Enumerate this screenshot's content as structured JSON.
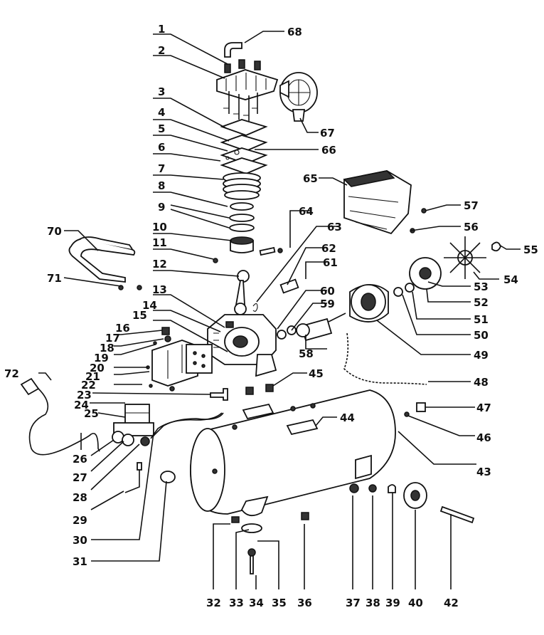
{
  "diagram": {
    "callouts": [
      {
        "id": "c1",
        "label": "1"
      },
      {
        "id": "c2",
        "label": "2"
      },
      {
        "id": "c3",
        "label": "3"
      },
      {
        "id": "c4",
        "label": "4"
      },
      {
        "id": "c5",
        "label": "5"
      },
      {
        "id": "c6",
        "label": "6"
      },
      {
        "id": "c7",
        "label": "7"
      },
      {
        "id": "c8",
        "label": "8"
      },
      {
        "id": "c9",
        "label": "9"
      },
      {
        "id": "c10",
        "label": "10"
      },
      {
        "id": "c11",
        "label": "11"
      },
      {
        "id": "c12",
        "label": "12"
      },
      {
        "id": "c13",
        "label": "13"
      },
      {
        "id": "c14",
        "label": "14"
      },
      {
        "id": "c15",
        "label": "15"
      },
      {
        "id": "c16",
        "label": "16"
      },
      {
        "id": "c17",
        "label": "17"
      },
      {
        "id": "c18",
        "label": "18"
      },
      {
        "id": "c19",
        "label": "19"
      },
      {
        "id": "c20",
        "label": "20"
      },
      {
        "id": "c21",
        "label": "21"
      },
      {
        "id": "c22",
        "label": "22"
      },
      {
        "id": "c23",
        "label": "23"
      },
      {
        "id": "c24",
        "label": "24"
      },
      {
        "id": "c25",
        "label": "25"
      },
      {
        "id": "c26",
        "label": "26"
      },
      {
        "id": "c27",
        "label": "27"
      },
      {
        "id": "c28",
        "label": "28"
      },
      {
        "id": "c29",
        "label": "29"
      },
      {
        "id": "c30",
        "label": "30"
      },
      {
        "id": "c31",
        "label": "31"
      },
      {
        "id": "c32",
        "label": "32"
      },
      {
        "id": "c33",
        "label": "33"
      },
      {
        "id": "c34",
        "label": "34"
      },
      {
        "id": "c35",
        "label": "35"
      },
      {
        "id": "c36",
        "label": "36"
      },
      {
        "id": "c37",
        "label": "37"
      },
      {
        "id": "c38",
        "label": "38"
      },
      {
        "id": "c39",
        "label": "39"
      },
      {
        "id": "c40",
        "label": "40"
      },
      {
        "id": "c42",
        "label": "42"
      },
      {
        "id": "c43",
        "label": "43"
      },
      {
        "id": "c44",
        "label": "44"
      },
      {
        "id": "c45",
        "label": "45"
      },
      {
        "id": "c46",
        "label": "46"
      },
      {
        "id": "c47",
        "label": "47"
      },
      {
        "id": "c48",
        "label": "48"
      },
      {
        "id": "c49",
        "label": "49"
      },
      {
        "id": "c50",
        "label": "50"
      },
      {
        "id": "c51",
        "label": "51"
      },
      {
        "id": "c52",
        "label": "52"
      },
      {
        "id": "c53",
        "label": "53"
      },
      {
        "id": "c54",
        "label": "54"
      },
      {
        "id": "c55",
        "label": "55"
      },
      {
        "id": "c56",
        "label": "56"
      },
      {
        "id": "c57",
        "label": "57"
      },
      {
        "id": "c58",
        "label": "58"
      },
      {
        "id": "c59",
        "label": "59"
      },
      {
        "id": "c60",
        "label": "60"
      },
      {
        "id": "c61",
        "label": "61"
      },
      {
        "id": "c62",
        "label": "62"
      },
      {
        "id": "c63",
        "label": "63"
      },
      {
        "id": "c64",
        "label": "64"
      },
      {
        "id": "c65",
        "label": "65"
      },
      {
        "id": "c66",
        "label": "66"
      },
      {
        "id": "c67",
        "label": "67"
      },
      {
        "id": "c68",
        "label": "68"
      },
      {
        "id": "c70",
        "label": "70"
      },
      {
        "id": "c71",
        "label": "71"
      },
      {
        "id": "c72",
        "label": "72"
      }
    ]
  }
}
